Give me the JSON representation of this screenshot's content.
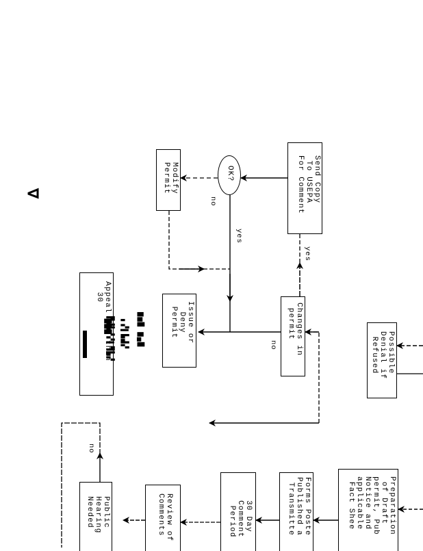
{
  "document": {
    "orientation": "rotated-90-clockwise",
    "type": "scanned flowchart page"
  },
  "nodes": {
    "send_copy": "Send Copy\n To USEPA\nFor Comment",
    "ok_decision": "OK?",
    "modify_permit": "Modify\nPermit",
    "changes_in_permit": "Changes in\n permit",
    "issue_or_deny": "Issue or\n  Deny\n Permit",
    "appeal": "Appeal ▇▇▇ thin\n  30",
    "possible_denial": "Possible\nDenial if\n Refused",
    "preparation": "Preparation\n of Draft\npermit, Pub\nNotice and\napplicable\n Fact Shee",
    "forms_posted": "Forms Poste\nPublished a\n Transmitte",
    "comment_period": "30 Day\nComment\n Period",
    "review_comments": "Review of\nComments",
    "public_hearing": "Public\nHearing\nNeeded"
  },
  "edge_labels": {
    "ok_no": "no",
    "ok_yes": "yes",
    "send_yes": "yes",
    "changes_no": "no",
    "hearing_no": "no"
  },
  "illegible_text": {
    "stamp_1": "▆▅▇ ▆▄▇",
    "stamp_2": "▖▞▌▙▟▞",
    "stamp_3": "▛▟▙▝▞▌▜▙▞"
  },
  "stroke_color": "#000000",
  "background_color": "#ffffff"
}
